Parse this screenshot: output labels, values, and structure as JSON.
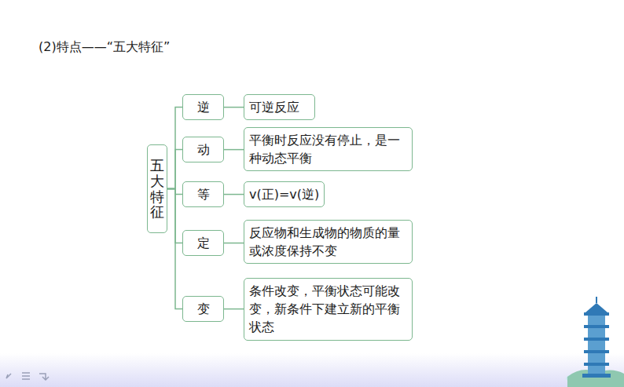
{
  "diagram": {
    "title": "(2)特点——“五大特征”",
    "nodes": [
      {
        "text": [
          "五大特征"
        ]
      },
      {
        "text": [
          "逆"
        ]
      },
      {
        "text": [
          "可逆反应"
        ]
      },
      {
        "text": [
          "动"
        ]
      },
      {
        "text": [
          "平衡时反应没有停止，是一种动态平衡"
        ]
      },
      {
        "text": [
          "等"
        ]
      },
      {
        "text": [
          "v(正)=v(逆)"
        ]
      },
      {
        "text": [
          "定"
        ]
      },
      {
        "text": [
          "反应物和生成物的物质的量或浓度保持不变"
        ]
      },
      {
        "text": [
          "变"
        ]
      },
      {
        "text": [
          "条件改变，平衡状态可能改变，新条件下建立新的平衡状态"
        ]
      }
    ],
    "edges": [
      {
        "from": 0,
        "to": 1,
        "arrow": "none"
      },
      {
        "from": 0,
        "to": 3,
        "arrow": "none"
      },
      {
        "from": 0,
        "to": 5,
        "arrow": "none"
      },
      {
        "from": 0,
        "to": 7,
        "arrow": "none"
      },
      {
        "from": 0,
        "to": 9,
        "arrow": "none"
      },
      {
        "from": 1,
        "to": 2,
        "arrow": "none"
      },
      {
        "from": 3,
        "to": 4,
        "arrow": "none"
      },
      {
        "from": 5,
        "to": 6,
        "arrow": "none"
      },
      {
        "from": 7,
        "to": 8,
        "arrow": "none"
      },
      {
        "from": 9,
        "to": 10,
        "arrow": "none"
      }
    ]
  }
}
